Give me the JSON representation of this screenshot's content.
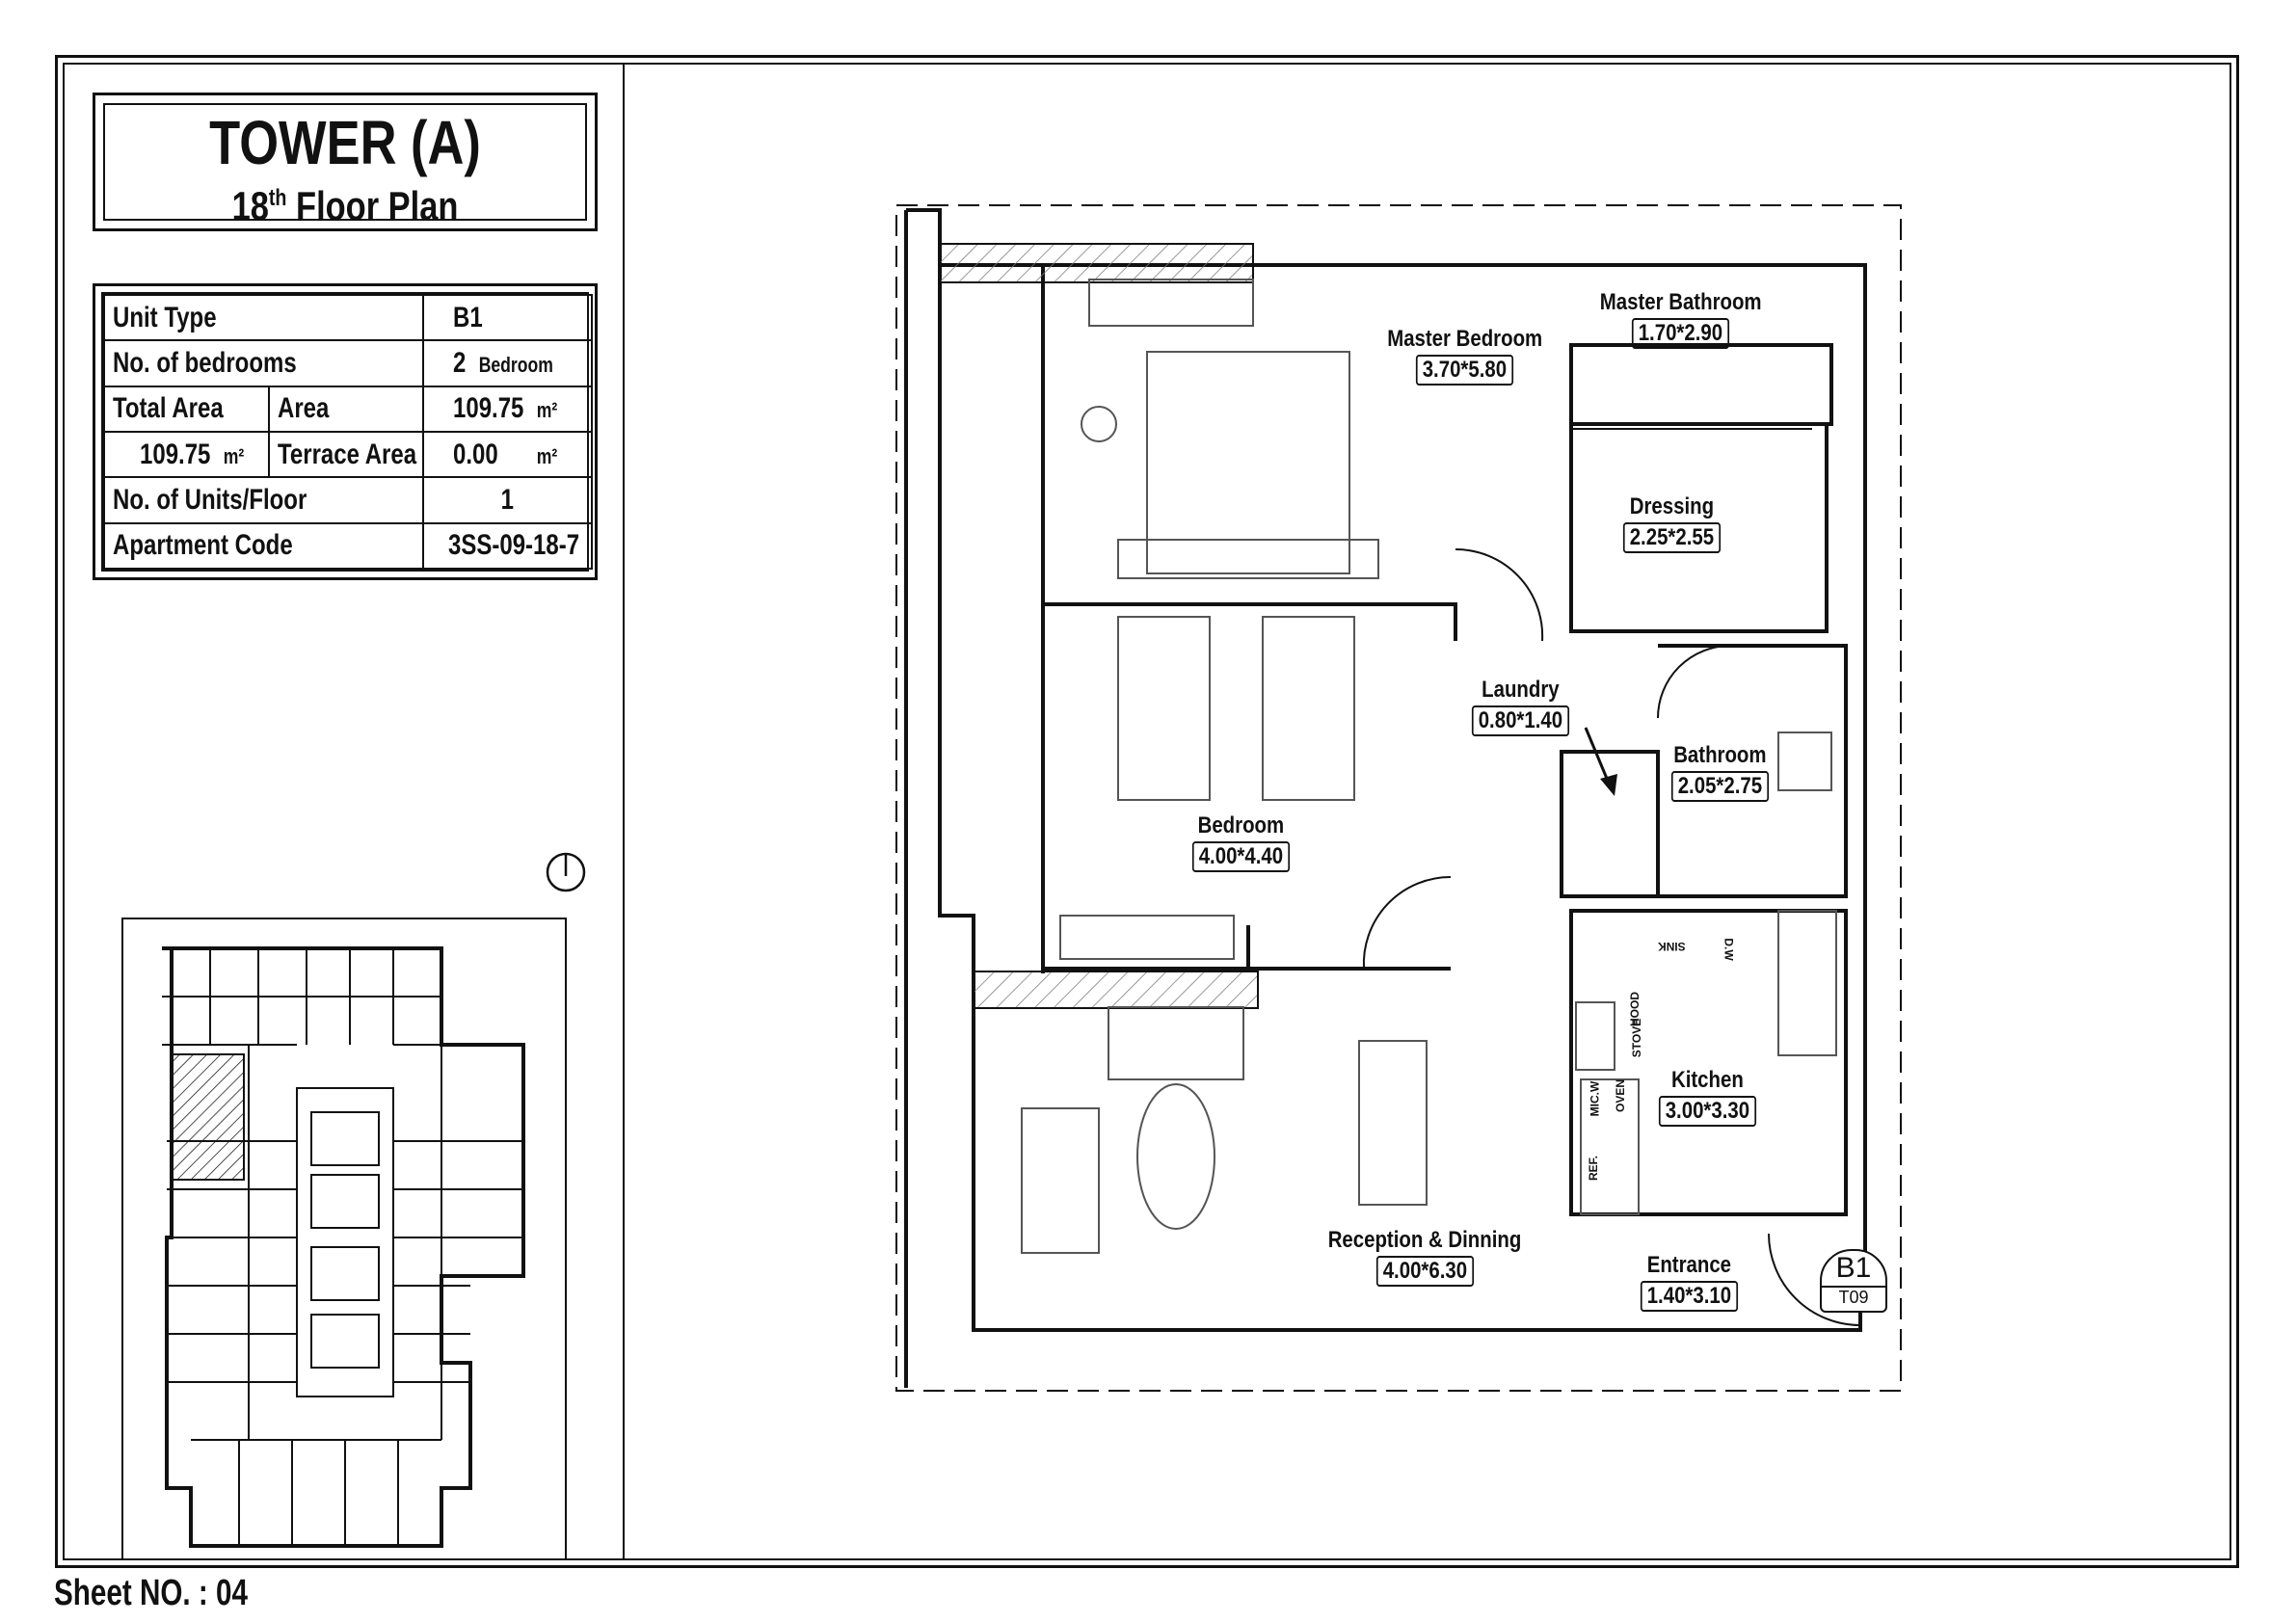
{
  "title": {
    "tower": "TOWER (A)",
    "floor_number": "18",
    "floor_suffix": "th",
    "floor_label": "Floor Plan"
  },
  "unit_info": {
    "unit_type_label": "Unit Type",
    "unit_type_value": "B1",
    "bedrooms_label": "No. of bedrooms",
    "bedrooms_value": "2",
    "bedrooms_unit": "Bedroom",
    "total_area_label": "Total Area",
    "total_area_value": "109.75",
    "area_label": "Area",
    "area_value": "109.75",
    "terrace_label": "Terrace Area",
    "terrace_value": "0.00",
    "area_unit": "m²",
    "units_per_floor_label": "No. of Units/Floor",
    "units_per_floor_value": "1",
    "apartment_code_label": "Apartment Code",
    "apartment_code_value": "3SS-09-18-7"
  },
  "rooms": [
    {
      "name": "Master Bedroom",
      "dim": "3.70*5.80"
    },
    {
      "name": "Master Bathroom",
      "dim": "1.70*2.90"
    },
    {
      "name": "Dressing",
      "dim": "2.25*2.55"
    },
    {
      "name": "Laundry",
      "dim": "0.80*1.40"
    },
    {
      "name": "Bathroom",
      "dim": "2.05*2.75"
    },
    {
      "name": "Bedroom",
      "dim": "4.00*4.40"
    },
    {
      "name": "Kitchen",
      "dim": "3.00*3.30"
    },
    {
      "name": "Reception & Dinning",
      "dim": "4.00*6.30"
    },
    {
      "name": "Entrance",
      "dim": "1.40*3.10"
    }
  ],
  "appliance_labels": {
    "sink": "SINK",
    "dishwasher": "D.W",
    "stove": "STOVE",
    "hood": "HOOD",
    "oven": "OVEN",
    "microwave": "MIC.W",
    "fridge": "REF."
  },
  "unit_tag": {
    "type": "B1",
    "code": "T09"
  },
  "sheet": "Sheet NO. : 04"
}
